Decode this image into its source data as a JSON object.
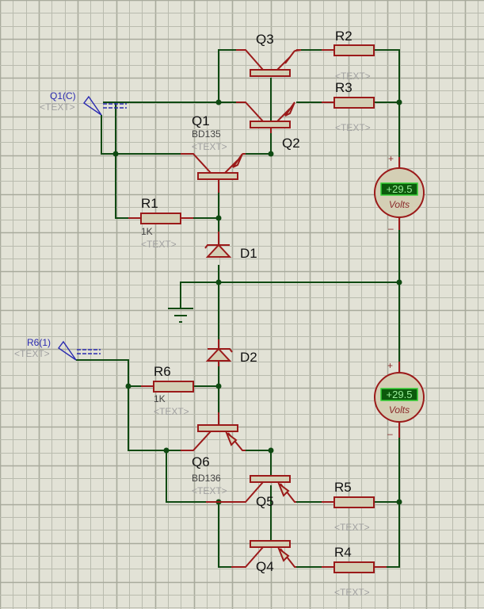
{
  "schematic": {
    "probes": [
      {
        "id": "probe-q1c",
        "label": "Q1(C)",
        "text": "<TEXT>"
      },
      {
        "id": "probe-r6",
        "label": "R6(1)",
        "text": "<TEXT>"
      }
    ],
    "transistors": [
      {
        "ref": "Q1",
        "model": "BD135",
        "text": "<TEXT>",
        "type": "NPN"
      },
      {
        "ref": "Q2",
        "type": "NPN"
      },
      {
        "ref": "Q3",
        "type": "NPN"
      },
      {
        "ref": "Q4",
        "type": "PNP"
      },
      {
        "ref": "Q5",
        "type": "PNP"
      },
      {
        "ref": "Q6",
        "model": "BD136",
        "text": "<TEXT>",
        "type": "PNP"
      }
    ],
    "resistors": [
      {
        "ref": "R1",
        "value": "1K",
        "text": "<TEXT>"
      },
      {
        "ref": "R2",
        "text": "<TEXT>"
      },
      {
        "ref": "R3",
        "text": "<TEXT>"
      },
      {
        "ref": "R4",
        "text": "<TEXT>"
      },
      {
        "ref": "R5",
        "text": "<TEXT>"
      },
      {
        "ref": "R6",
        "value": "1K",
        "text": "<TEXT>"
      }
    ],
    "diodes": [
      {
        "ref": "D1",
        "type": "zener"
      },
      {
        "ref": "D2",
        "type": "zener"
      }
    ],
    "voltmeters": [
      {
        "reading": "+29.5",
        "unit": "Volts",
        "plus": "+",
        "minus": "–"
      },
      {
        "reading": "+29.5",
        "unit": "Volts",
        "plus": "+",
        "minus": "–"
      }
    ],
    "colors": {
      "background": "#e2e2d6",
      "wire": "#0f4a12",
      "component": "#9b1a1a",
      "component_fill": "#d4cfb5",
      "probe": "#2a2ab0",
      "meter_display": "#0c5a0c"
    }
  }
}
